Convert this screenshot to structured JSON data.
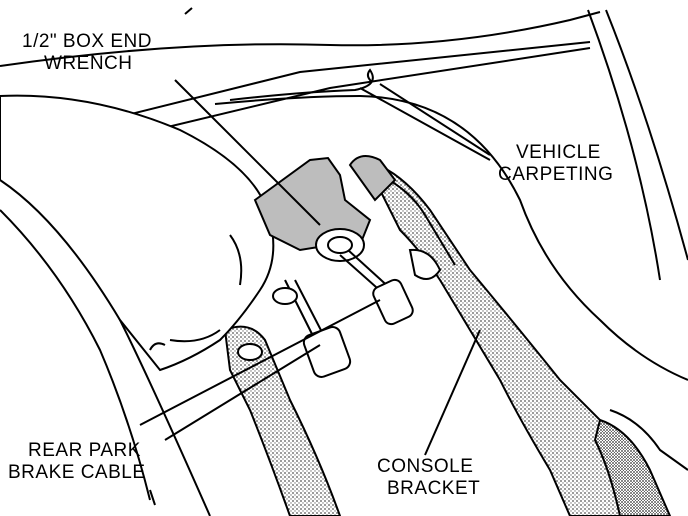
{
  "labels": {
    "wrench": [
      "1/2\" BOX END",
      "WRENCH"
    ],
    "carpeting": [
      "VEHICLE",
      "CARPETING"
    ],
    "cable": [
      "REAR PARK",
      "BRAKE CABLE"
    ],
    "bracket": [
      "CONSOLE",
      "BRACKET"
    ]
  },
  "colors": {
    "ink": "#000000",
    "paper": "#ffffff",
    "stipple": "#8a8a8a",
    "shade": "#cfcfcf"
  }
}
